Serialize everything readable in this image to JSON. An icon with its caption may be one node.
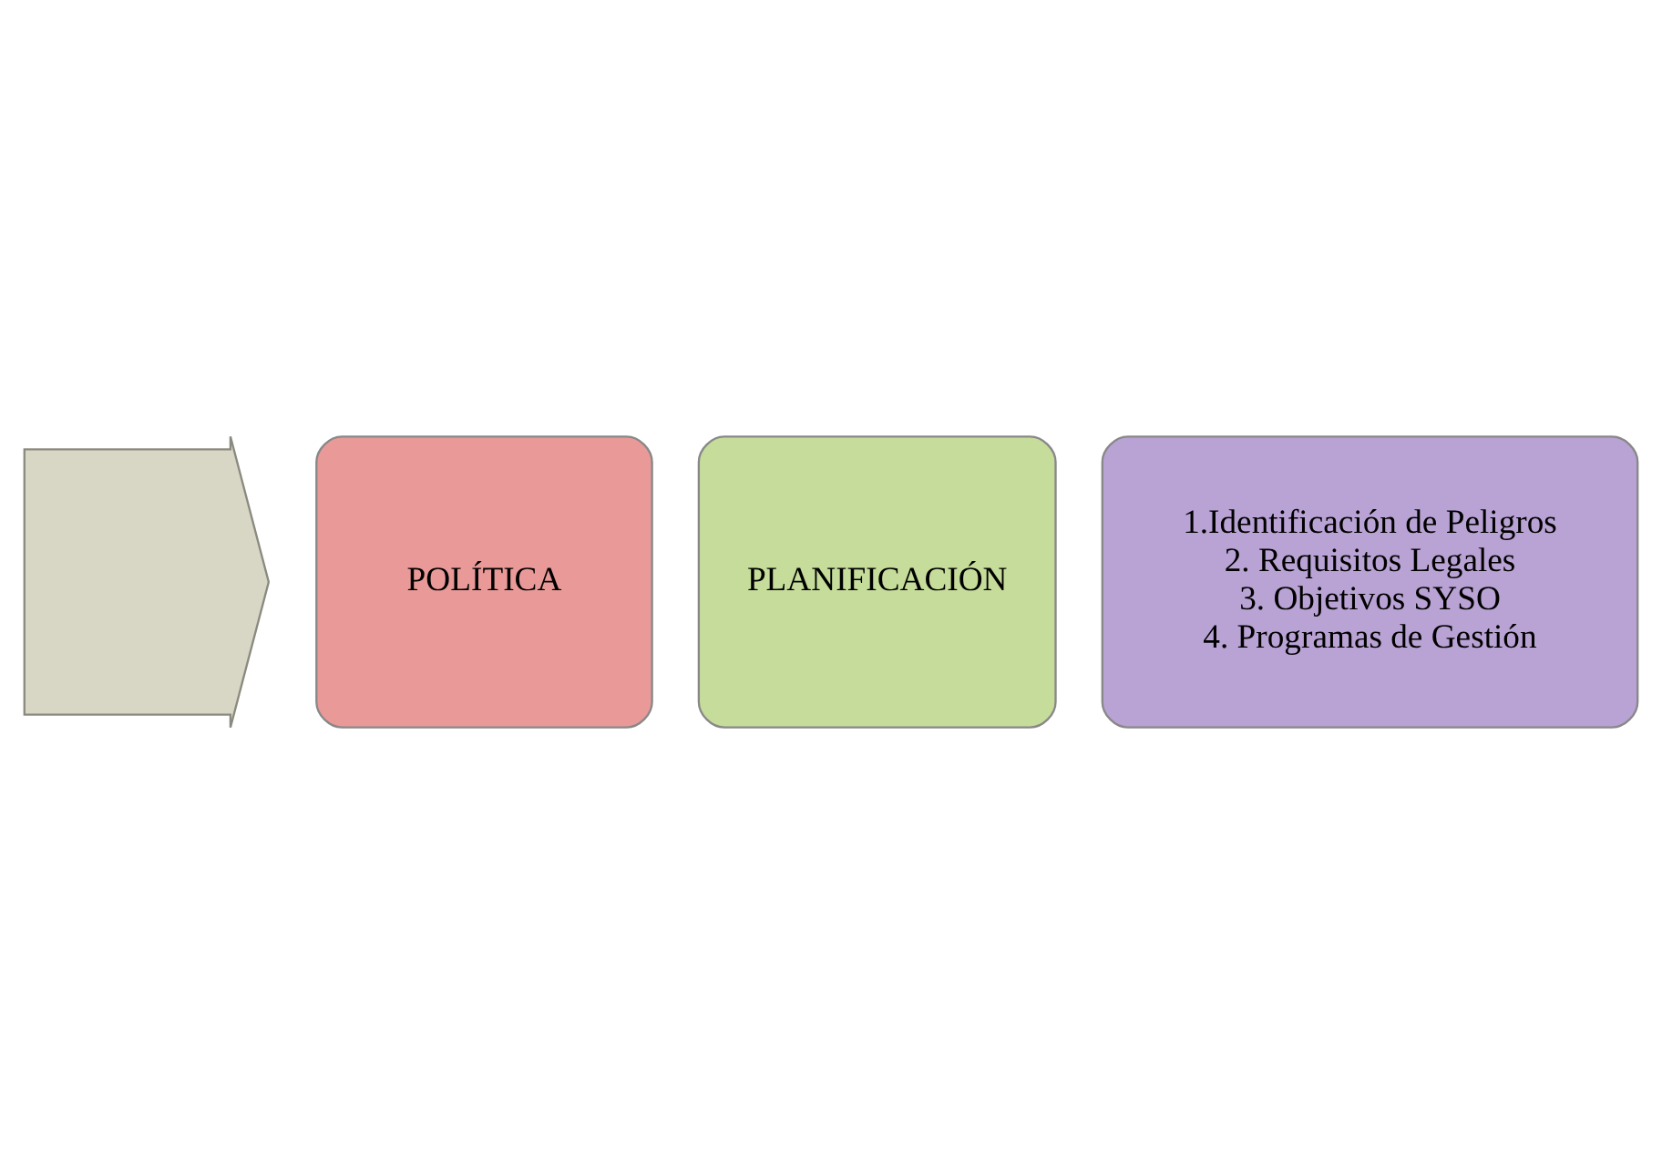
{
  "diagram": {
    "nodes": [
      {
        "text": [],
        "shape": "arrow"
      },
      {
        "text": [
          "POLÍTICA"
        ]
      },
      {
        "text": [
          "PLANIFICACIÓN"
        ]
      },
      {
        "text": [
          "1.Identificación de Peligros",
          "2. Requisitos Legales",
          "3. Objetivos SYSO",
          "4. Programas de Gestión"
        ]
      }
    ]
  }
}
